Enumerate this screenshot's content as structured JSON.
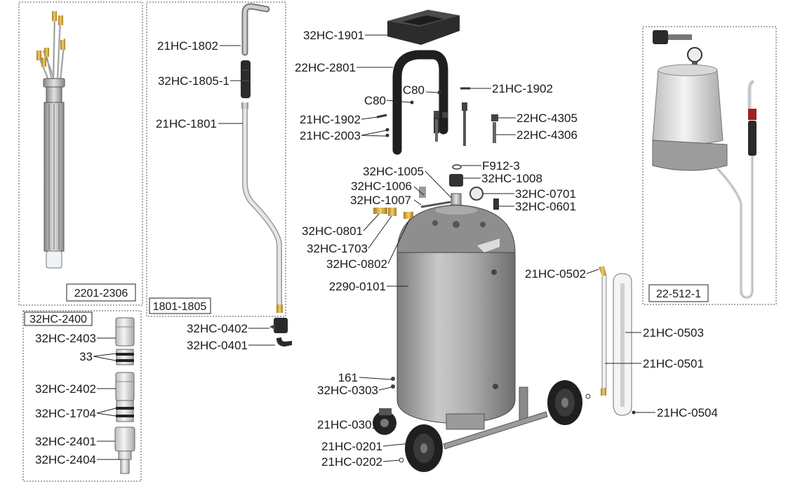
{
  "groups": {
    "g1": "2201-2306",
    "g2": "1801-1805",
    "g3": "32HC-2400",
    "g4": "22-512-1"
  },
  "labels": {
    "l_21HC1802": "21HC-1802",
    "l_32HC18051": "32HC-1805-1",
    "l_21HC1801": "21HC-1801",
    "l_32HC0402": "32HC-0402",
    "l_32HC0401": "32HC-0401",
    "l_32HC2403": "32HC-2403",
    "l_33": "33",
    "l_32HC2402": "32HC-2402",
    "l_32HC1704": "32HC-1704",
    "l_32HC2401": "32HC-2401",
    "l_32HC2404": "32HC-2404",
    "l_32HC1901": "32HC-1901",
    "l_22HC2801": "22HC-2801",
    "l_C80a": "C80",
    "l_C80b": "C80",
    "l_21HC1902a": "21HC-1902",
    "l_21HC1902b": "21HC-1902",
    "l_21HC2003": "21HC-2003",
    "l_22HC4305": "22HC-4305",
    "l_22HC4306": "22HC-4306",
    "l_F9123": "F912-3",
    "l_32HC1005": "32HC-1005",
    "l_32HC1008": "32HC-1008",
    "l_32HC1006": "32HC-1006",
    "l_32HC0701": "32HC-0701",
    "l_32HC1007": "32HC-1007",
    "l_32HC0601": "32HC-0601",
    "l_32HC0801": "32HC-0801",
    "l_32HC1703": "32HC-1703",
    "l_32HC0802": "32HC-0802",
    "l_22900101": "2290-0101",
    "l_21HC0502": "21HC-0502",
    "l_21HC0503": "21HC-0503",
    "l_21HC0501": "21HC-0501",
    "l_21HC0504": "21HC-0504",
    "l_161": "161",
    "l_32HC0303": "32HC-0303",
    "l_21HC0301": "21HC-0301",
    "l_21HC0201": "21HC-0201",
    "l_21HC0202": "21HC-0202"
  }
}
